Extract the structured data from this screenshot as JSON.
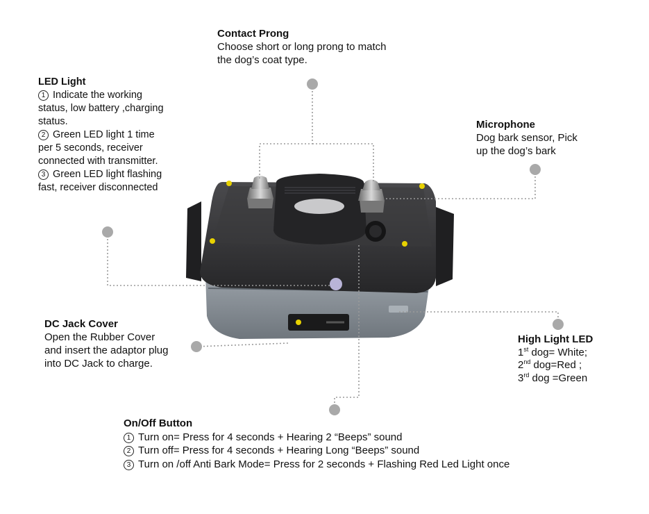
{
  "contact_prong": {
    "title": "Contact Prong",
    "lines": [
      "Choose short or long prong to match",
      "the dog’s coat type."
    ]
  },
  "led_light": {
    "title": "LED Light",
    "items": [
      {
        "num": "1",
        "lines": [
          "Indicate the working",
          "status, low battery ,charging",
          "status."
        ]
      },
      {
        "num": "2",
        "lines": [
          "Green LED light 1 time",
          "per 5 seconds, receiver",
          "connected with transmitter."
        ]
      },
      {
        "num": "3",
        "lines": [
          "Green LED light flashing",
          "fast, receiver disconnected"
        ]
      }
    ]
  },
  "microphone": {
    "title": "Microphone",
    "lines": [
      "Dog bark sensor, Pick",
      "up the dog’s bark"
    ]
  },
  "dc_jack_cover": {
    "title": "DC Jack Cover",
    "lines": [
      "Open the Rubber Cover",
      "and insert the adaptor plug",
      "into DC Jack to charge."
    ]
  },
  "high_light_led": {
    "title": "High Light LED",
    "rows": [
      {
        "num": "1",
        "sup": "st",
        "text": " dog= White;"
      },
      {
        "num": "2",
        "sup": "nd",
        "text": " dog=Red ;"
      },
      {
        "num": "3",
        "sup": "rd",
        "text": " dog =Green"
      }
    ]
  },
  "onoff_button": {
    "title": "On/Off Button",
    "items": [
      {
        "num": "1",
        "text": "Turn on= Press for 4 seconds + Hearing 2 “Beeps” sound"
      },
      {
        "num": "2",
        "text": "Turn off= Press for 4 seconds + Hearing Long “Beeps” sound"
      },
      {
        "num": "3",
        "text": "Turn on /off Anti Bark Mode= Press for 2 seconds + Flashing Red Led Light once"
      }
    ]
  },
  "colors": {
    "body_dark": "#2e2e30",
    "body_grey": "#8a9097",
    "leader": "#9a9a9a",
    "screw_yellow": "#e8d200"
  }
}
